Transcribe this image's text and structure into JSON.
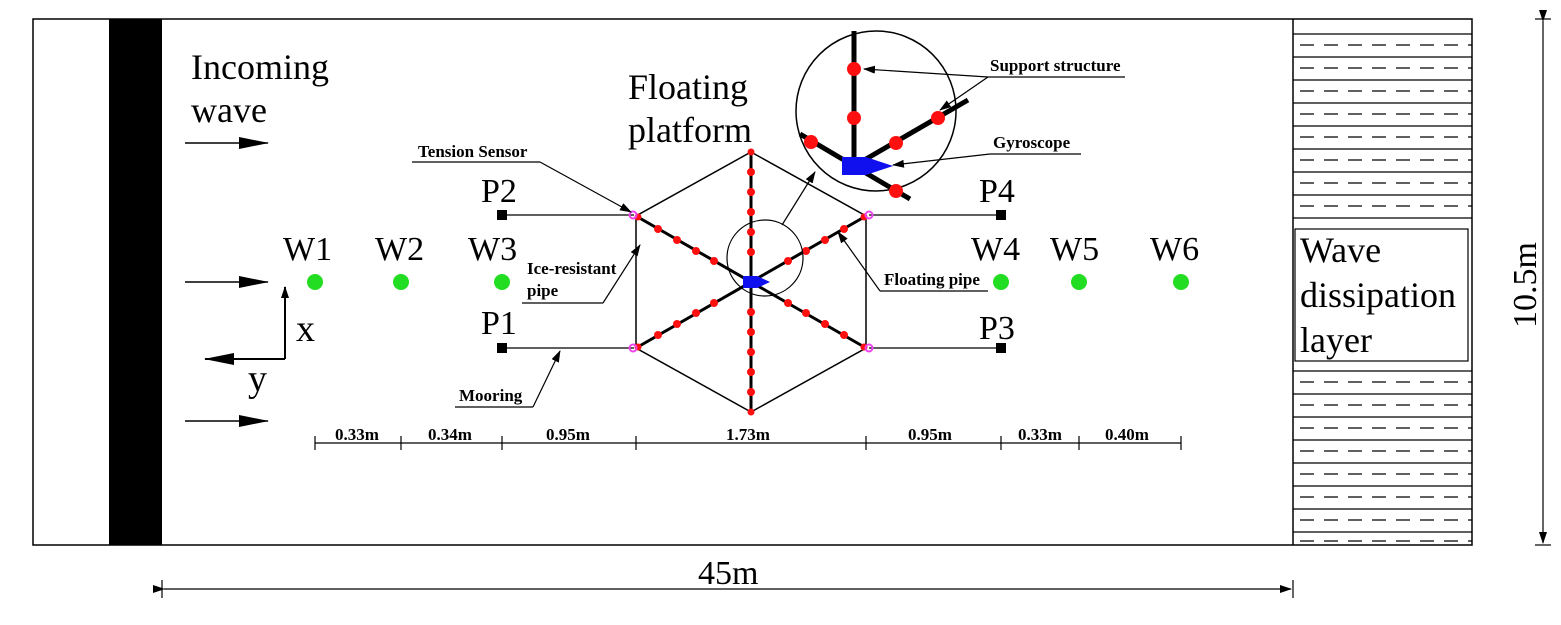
{
  "labels": {
    "incoming_wave_line1": "Incoming",
    "incoming_wave_line2": "wave",
    "floating_platform_line1": "Floating",
    "floating_platform_line2": "platform",
    "wave_dissipation_line1": "Wave",
    "wave_dissipation_line2": "dissipation",
    "wave_dissipation_line3": "layer",
    "tension_sensor": "Tension Sensor",
    "ice_resistant_line1": "Ice-resistant",
    "ice_resistant_line2": "pipe",
    "mooring": "Mooring",
    "floating_pipe": "Floating pipe",
    "support_structure": "Support structure",
    "gyroscope": "Gyroscope",
    "axis_x": "x",
    "axis_y": "y"
  },
  "wave_gauges": [
    "W1",
    "W2",
    "W3",
    "W4",
    "W5",
    "W6"
  ],
  "mooring_points": [
    "P1",
    "P2",
    "P3",
    "P4"
  ],
  "dimensions": {
    "segments": [
      "0.33m",
      "0.34m",
      "0.95m",
      "1.73m",
      "0.95m",
      "0.33m",
      "0.40m"
    ],
    "total_length": "45m",
    "width": "10.5m"
  },
  "colors": {
    "wave_gauge": "#22dd22",
    "node": "#ff1010",
    "gyroscope": "#1010ee",
    "tension_sensor": "#ee44ee",
    "wavemaker": "#000000"
  }
}
